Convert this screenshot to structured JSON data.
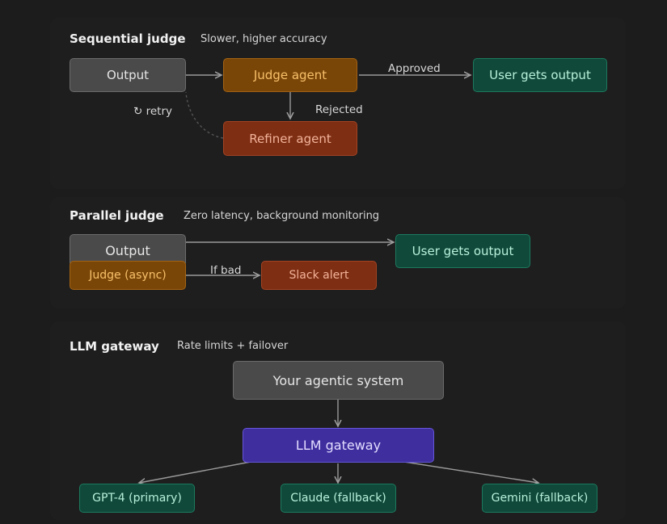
{
  "sections": {
    "sequential": {
      "title": "Sequential judge",
      "subtitle": "Slower, higher accuracy",
      "nodes": {
        "output": "Output",
        "judge": "Judge agent",
        "user": "User gets output",
        "refiner": "Refiner agent"
      },
      "labels": {
        "approved": "Approved",
        "rejected": "Rejected",
        "retry": "retry",
        "retry_icon": "↻"
      }
    },
    "parallel": {
      "title": "Parallel judge",
      "subtitle": "Zero latency, background monitoring",
      "nodes": {
        "output": "Output",
        "judge": "Judge (async)",
        "user": "User gets output",
        "slack": "Slack alert"
      },
      "labels": {
        "if_bad": "If bad"
      }
    },
    "gateway": {
      "title": "LLM gateway",
      "subtitle": "Rate limits + failover",
      "nodes": {
        "system": "Your agentic system",
        "gateway": "LLM gateway",
        "gpt4": "GPT-4 (primary)",
        "claude": "Claude (fallback)",
        "gemini": "Gemini (fallback)"
      }
    }
  },
  "colors": {
    "background": "#1c1c1c",
    "gray": "#4a4a4a",
    "amber": "#7a4608",
    "red": "#7e2e13",
    "green": "#10493a",
    "purple": "#3e2e9e",
    "arrow": "#9a9a9a"
  }
}
